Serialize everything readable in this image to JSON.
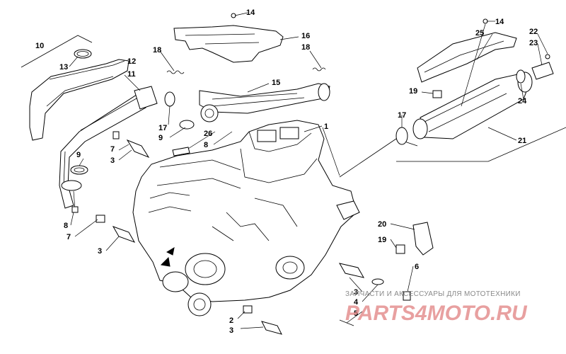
{
  "diagram": {
    "callouts": {
      "n1": "1",
      "n2": "2",
      "n3": "3",
      "n4": "4",
      "n5": "5",
      "n6": "6",
      "n7": "7",
      "n8": "8",
      "n9": "9",
      "n10": "10",
      "n11": "11",
      "n12": "12",
      "n13": "13",
      "n14": "14",
      "n15": "15",
      "n16": "16",
      "n17": "17",
      "n18": "18",
      "n19": "19",
      "n20": "20",
      "n21": "21",
      "n22": "22",
      "n23": "23",
      "n24": "24",
      "n25": "25",
      "n26": "26"
    }
  },
  "watermark": {
    "caption": "ЗАПЧАСТИ И АКСЕССУАРЫ ДЛЯ МОТОТЕХНИКИ",
    "logo": "PARTS4MOTO.RU"
  }
}
